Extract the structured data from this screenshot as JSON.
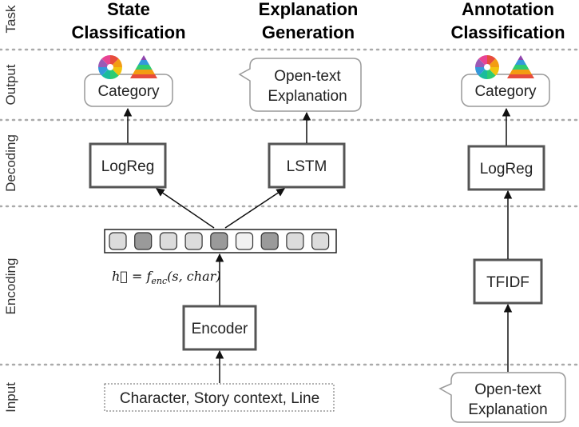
{
  "rows": {
    "task": "Task",
    "output": "Output",
    "decoding": "Decoding",
    "encoding": "Encoding",
    "input": "Input"
  },
  "tasks": {
    "state": [
      "State",
      "Classification"
    ],
    "explanation": [
      "Explanation",
      "Generation"
    ],
    "annotation": [
      "Annotation",
      "Classification"
    ]
  },
  "outputs": {
    "state_category": "Category",
    "explanation_text": [
      "Open-text",
      "Explanation"
    ],
    "annotation_category": "Category"
  },
  "decoders": {
    "logreg_left": "LogReg",
    "lstm": "LSTM",
    "logreg_right": "LogReg"
  },
  "encoding": {
    "formula": "h⃗ = f",
    "formula_sub": "enc",
    "formula_args": "(s, char)",
    "encoder": "Encoder",
    "tfidf": "TFIDF",
    "vector_cells": [
      "light",
      "dark",
      "light",
      "light",
      "dark",
      "white",
      "dark",
      "light",
      "light"
    ]
  },
  "inputs": {
    "context": "Character, Story context, Line",
    "explanation": [
      "Open-text",
      "Explanation"
    ]
  },
  "colors": {
    "separator": "#aaaaaa",
    "box_border": "#555555",
    "cell_light": "#dcdcdc",
    "cell_dark": "#9a9a9a",
    "cell_white": "#f2f2f2"
  },
  "icons": [
    "color-wheel-icon",
    "pyramid-icon"
  ]
}
